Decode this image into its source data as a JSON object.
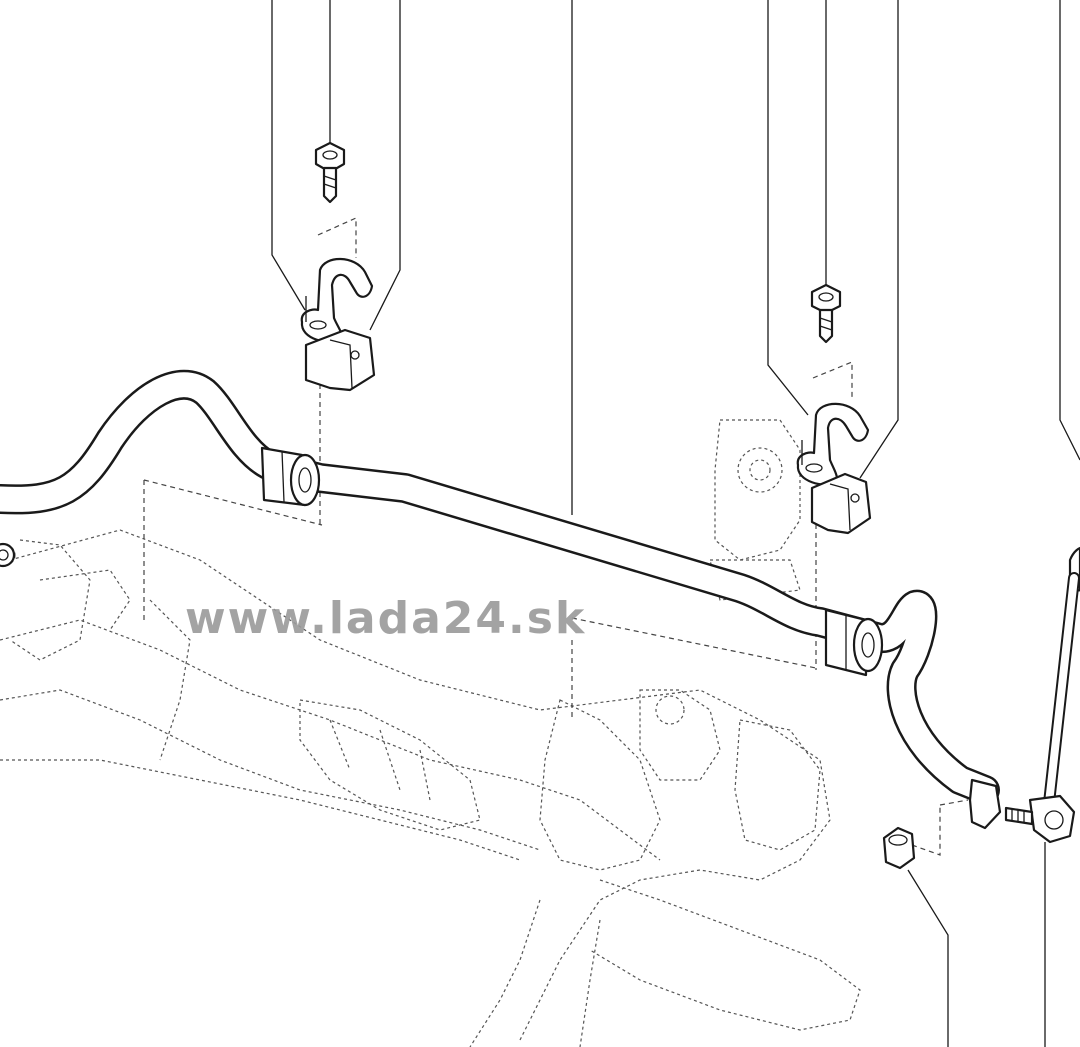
{
  "watermark": {
    "text": "www.lada24.sk",
    "color": "#9a9a9a"
  },
  "parts": [
    {
      "icon": "anti-roll-bar"
    },
    {
      "icon": "bush-clamp-bracket"
    },
    {
      "icon": "rubber-bush"
    },
    {
      "icon": "flange-bolt"
    },
    {
      "icon": "drop-link"
    },
    {
      "icon": "flange-nut"
    }
  ]
}
